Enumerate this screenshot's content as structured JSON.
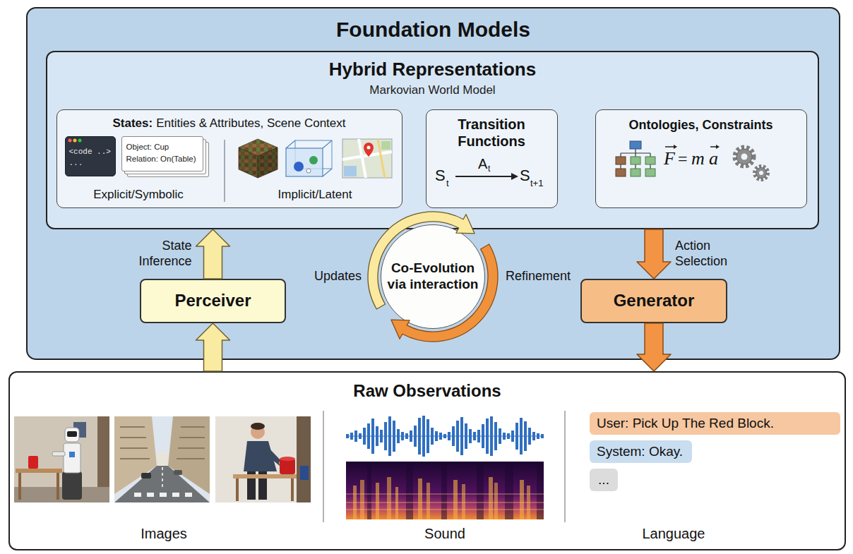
{
  "diagram": {
    "nodes": [
      {
        "text": [
          "Foundation Models"
        ]
      },
      {
        "text": [
          "Hybrid Representations",
          "Markovian World Model"
        ],
        "in": 0
      },
      {
        "text": [
          "States:",
          "Entities & Attributes, Scene Context",
          "Explicit/Symbolic",
          "Implicit/Latent"
        ],
        "in": 1
      },
      {
        "text": [
          "<code ..>",
          "..."
        ],
        "in": 2
      },
      {
        "text": [
          "Object: Cup",
          "Relation: On(Table)"
        ],
        "in": 2
      },
      {
        "text": [
          "Transition Functions"
        ],
        "in": 1
      },
      {
        "text": [
          "Ontologies, Constraints"
        ],
        "in": 1
      },
      {
        "text": [
          "Co-Evolution via interaction"
        ],
        "in": 0
      },
      {
        "text": [
          "Perceiver"
        ],
        "in": 0
      },
      {
        "text": [
          "Generator"
        ],
        "in": 0
      },
      {
        "text": [
          "Raw Observations",
          "Images",
          "Sound",
          "Language"
        ]
      },
      {
        "text": [
          "User: Pick Up The Red Block."
        ],
        "in": 10
      },
      {
        "text": [
          "System: Okay."
        ],
        "in": 10
      },
      {
        "text": [
          "..."
        ],
        "in": 10
      }
    ],
    "edges": [
      {
        "from": 10,
        "to": 8,
        "arrow": "to"
      },
      {
        "from": 8,
        "to": 1,
        "label": "State Inference",
        "arrow": "to"
      },
      {
        "from": 1,
        "to": 9,
        "label": "Action Selection",
        "arrow": "to"
      },
      {
        "from": 9,
        "to": 10,
        "arrow": "to"
      }
    ],
    "labels": [
      "S",
      "t",
      "A",
      "t",
      "S",
      "t+1",
      "F",
      "=",
      "m",
      "a",
      "Updates",
      "Refinement"
    ]
  }
}
